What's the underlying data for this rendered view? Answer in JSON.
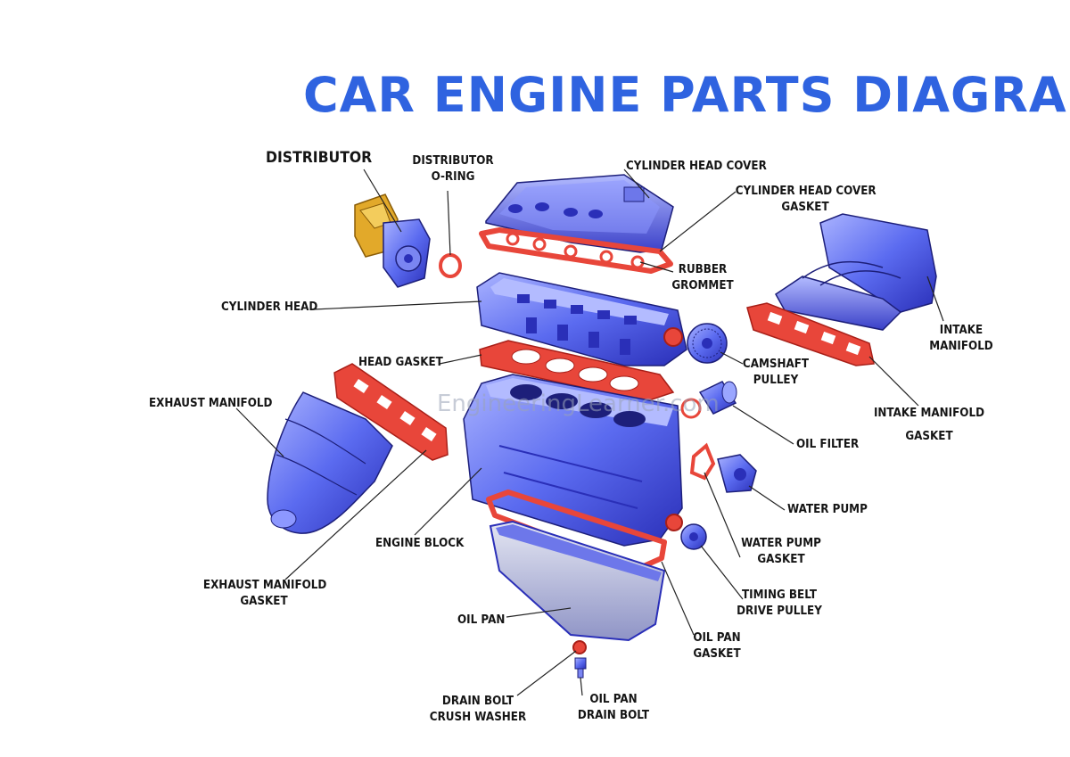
{
  "title": "CAR ENGINE PARTS DIAGRAM",
  "watermark": "EngineeringLearner.com",
  "labels": {
    "distributor": "DISTRIBUTOR",
    "distributor_oring": [
      "DISTRIBUTOR",
      "O-RING"
    ],
    "cylinder_head_cover": "CYLINDER HEAD COVER",
    "cylinder_head_cover_gasket": [
      "CYLINDER HEAD COVER",
      "GASKET"
    ],
    "rubber_grommet": [
      "RUBBER",
      "GROMMET"
    ],
    "cylinder_head": "CYLINDER HEAD",
    "intake_manifold": [
      "INTAKE",
      "MANIFOLD"
    ],
    "head_gasket": "HEAD GASKET",
    "camshaft_pulley": [
      "CAMSHAFT",
      "PULLEY"
    ],
    "exhaust_manifold": "EXHAUST MANIFOLD",
    "intake_manifold_gasket": [
      "INTAKE MANIFOLD",
      "GASKET"
    ],
    "oil_filter": "OIL FILTER",
    "water_pump": "WATER PUMP",
    "engine_block": "ENGINE BLOCK",
    "water_pump_gasket": [
      "WATER PUMP",
      "GASKET"
    ],
    "exhaust_manifold_gasket": [
      "EXHAUST MANIFOLD",
      "GASKET"
    ],
    "timing_belt_drive_pulley": [
      "TIMING BELT",
      "DRIVE PULLEY"
    ],
    "oil_pan": "OIL PAN",
    "oil_pan_gasket": [
      "OIL PAN",
      "GASKET"
    ],
    "drain_bolt_crush_washer": [
      "DRAIN BOLT",
      "CRUSH WASHER"
    ],
    "oil_pan_drain_bolt": [
      "OIL PAN",
      "DRAIN BOLT"
    ]
  },
  "colors": {
    "title": "#2f63e0",
    "part_blue": "#5b6bf0",
    "part_blue_light": "#9aa6ff",
    "part_blue_dark": "#2a2fb8",
    "gasket_red": "#e8463a",
    "gasket_red_dark": "#a81f18",
    "distributor_yellow": "#e2a92a",
    "pan_grey": "#c9cbe0"
  }
}
